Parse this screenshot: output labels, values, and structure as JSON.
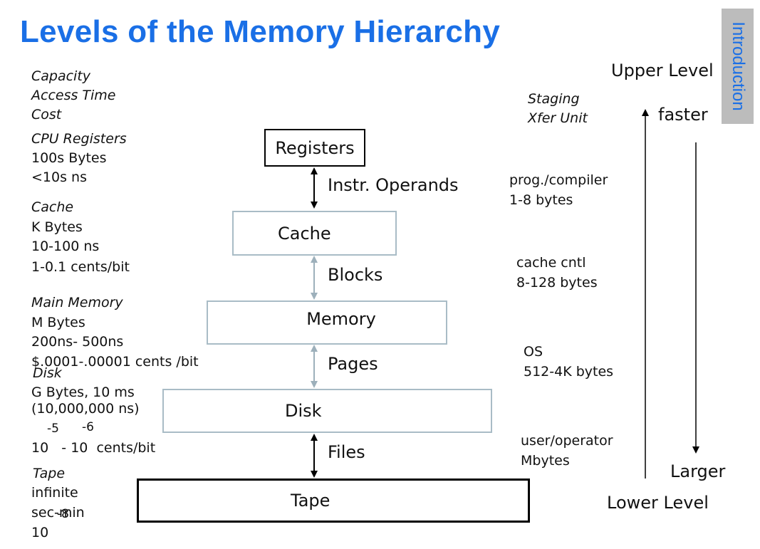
{
  "title": "Levels of the Memory Hierarchy",
  "side_tab": "Introduction",
  "left_header": [
    "Capacity",
    "Access Time",
    "Cost"
  ],
  "levels": {
    "registers": {
      "name": "CPU Registers",
      "capacity": "100s Bytes",
      "access": "<10s ns"
    },
    "cache": {
      "name": "Cache",
      "capacity": "K Bytes",
      "access": "10-100 ns",
      "cost": "1-0.1 cents/bit"
    },
    "memory": {
      "name": "Main Memory",
      "capacity": "M Bytes",
      "access": "200ns- 500ns",
      "cost": "$.0001-.00001 cents /bit"
    },
    "disk": {
      "name": "Disk",
      "capacity": "G Bytes, 10 ms",
      "access": "(10,000,000 ns)",
      "exp1": "-5",
      "exp2": "-6",
      "cost": "10   - 10  cents/bit"
    },
    "tape": {
      "name": "Tape",
      "capacity": "infinite",
      "access": "sec-min",
      "exp": "-8",
      "cost": "10"
    }
  },
  "boxes": {
    "registers": "Registers",
    "cache": "Cache",
    "memory": "Memory",
    "disk": "Disk",
    "tape": "Tape"
  },
  "transfers": {
    "t1": "Instr. Operands",
    "t2": "Blocks",
    "t3": "Pages",
    "t4": "Files"
  },
  "staging": [
    "Staging",
    "Xfer Unit"
  ],
  "managers": {
    "m1": [
      "prog./compiler",
      "1-8 bytes"
    ],
    "m2": [
      "cache cntl",
      "8-128 bytes"
    ],
    "m3": [
      "OS",
      "512-4K bytes"
    ],
    "m4": [
      "user/operator",
      "Mbytes"
    ]
  },
  "right_axis": {
    "upper": "Upper Level",
    "faster": "faster",
    "larger": "Larger",
    "lower": "Lower Level"
  }
}
